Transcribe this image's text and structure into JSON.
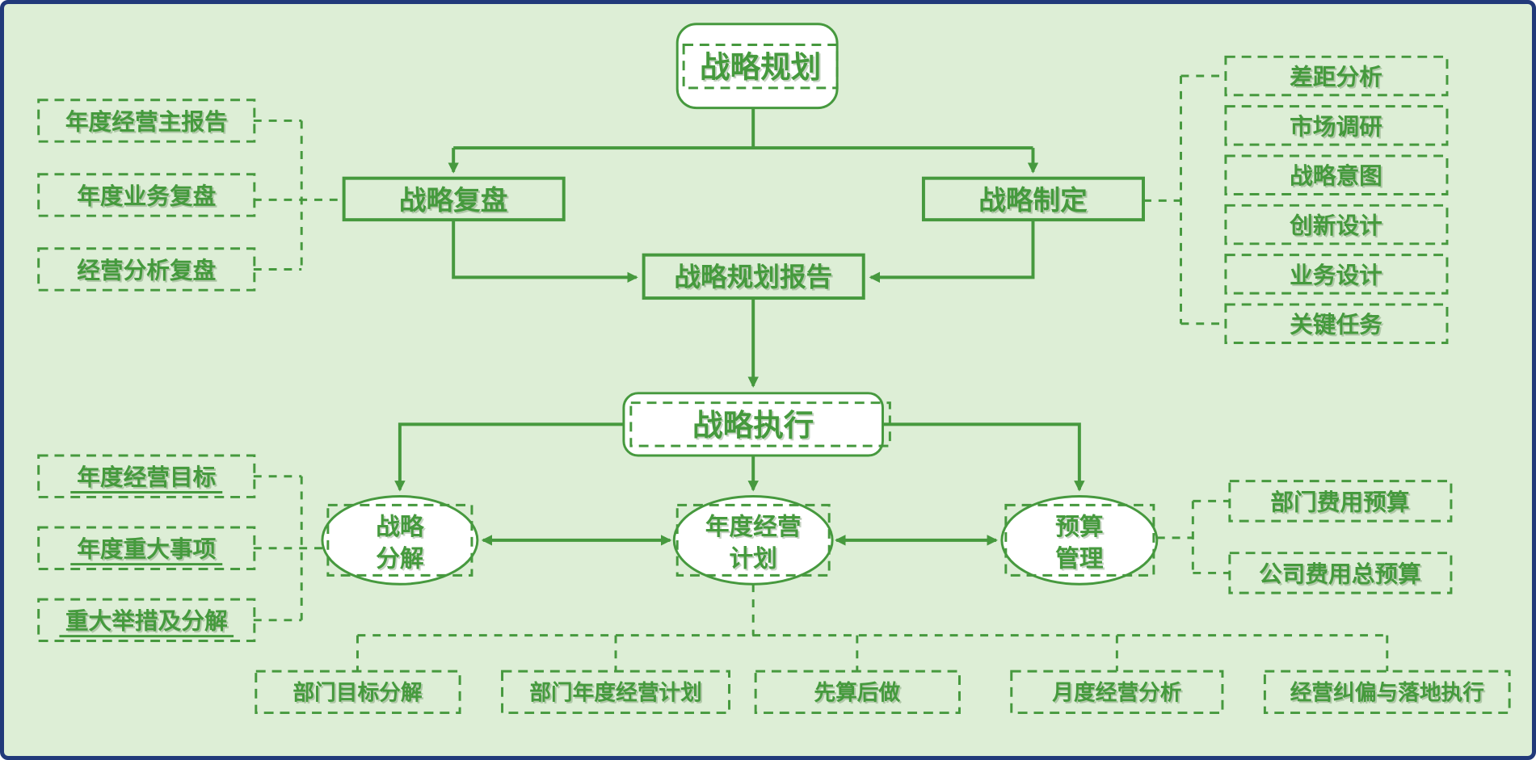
{
  "colors": {
    "background": "#ddeed6",
    "line_green": "#46993e",
    "text_green": "#459a3d",
    "node_fill": "#ffffff",
    "frame_border": "#21397a"
  },
  "diagram": {
    "root": {
      "label": "战略规划"
    },
    "review": {
      "label": "战略复盘"
    },
    "formulate": {
      "label": "战略制定"
    },
    "report": {
      "label": "战略规划报告"
    },
    "execute": {
      "label": "战略执行"
    },
    "decompose": {
      "line1": "战略",
      "line2": "分解"
    },
    "annual_plan": {
      "line1": "年度经营",
      "line2": "计划"
    },
    "budget": {
      "line1": "预算",
      "line2": "管理"
    },
    "review_inputs": [
      "年度经营主报告",
      "年度业务复盘",
      "经营分析复盘"
    ],
    "decompose_outputs": [
      "年度经营目标",
      "年度重大事项",
      "重大举措及分解"
    ],
    "formulate_outputs": [
      "差距分析",
      "市场调研",
      "战略意图",
      "创新设计",
      "业务设计",
      "关键任务"
    ],
    "budget_outputs": [
      "部门费用预算",
      "公司费用总预算"
    ],
    "plan_outputs": [
      "部门目标分解",
      "部门年度经营计划",
      "先算后做",
      "月度经营分析",
      "经营纠偏与落地执行"
    ]
  }
}
